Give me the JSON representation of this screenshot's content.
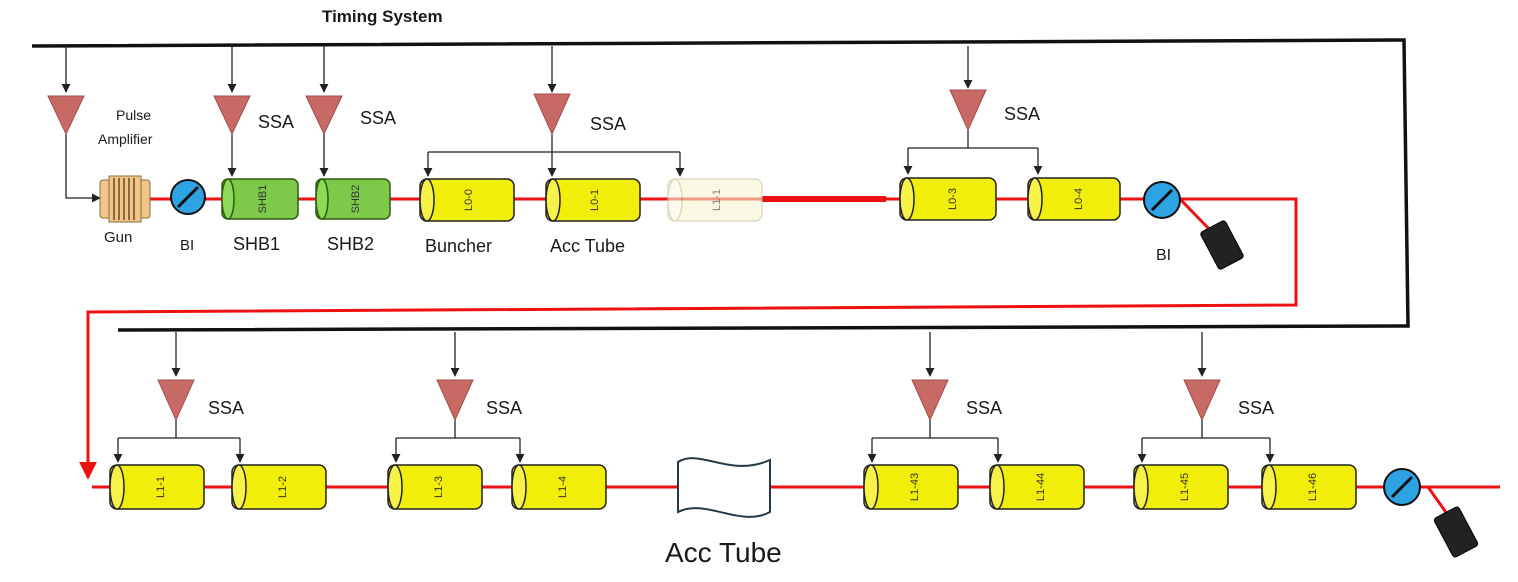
{
  "title": "Timing System",
  "upper_line": {
    "pulse_amplifier_label": "Pulse\nAmplifier",
    "gun_label": "Gun",
    "bi_label": "BI",
    "shb1_label": "SHB1",
    "shb2_label": "SHB2",
    "buncher_label": "Buncher",
    "acc_tube_label": "Acc Tube",
    "bi_end_label": "BI",
    "ssa_labels": [
      "SSA",
      "SSA",
      "SSA",
      "SSA"
    ],
    "cavities": [
      "SHB1",
      "SHB2",
      "L0-0",
      "L0-1",
      "L1-1",
      "L0-3",
      "L0-4"
    ]
  },
  "lower_line": {
    "ssa_labels": [
      "SSA",
      "SSA",
      "SSA",
      "SSA"
    ],
    "cavities": [
      "L1-1",
      "L1-2",
      "L1-3",
      "L1-4",
      "L1-43",
      "L1-44",
      "L1-45",
      "L1-46"
    ],
    "acc_tube_label": "Acc Tube"
  },
  "colors": {
    "beamline": "#ee1111",
    "cavity": "#f2ee0c",
    "buncher_green": "#7dc94a",
    "amplifier": "#c76a66",
    "bpm": "#2ea3e3",
    "faded": "#f7f4cf"
  }
}
